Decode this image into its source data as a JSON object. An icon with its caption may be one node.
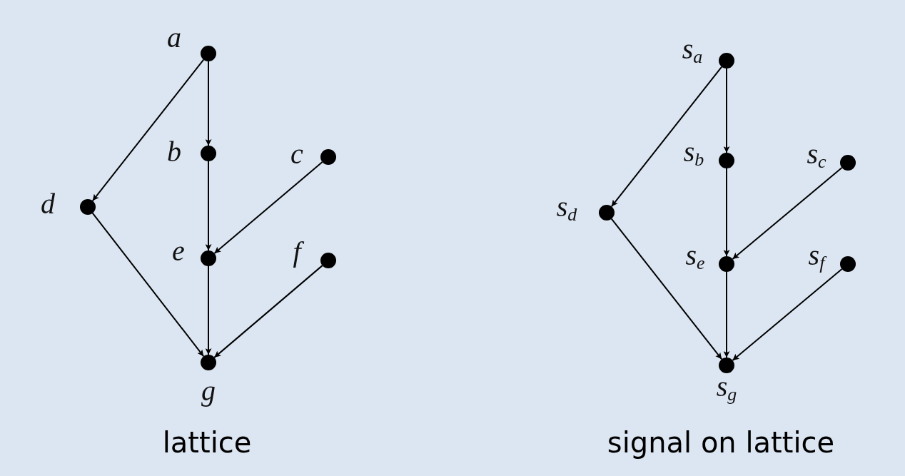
{
  "diagram": {
    "nodes": [
      {
        "text": [],
        "shape": "circle",
        "beside": [
          "a"
        ]
      },
      {
        "text": [],
        "shape": "circle",
        "beside": [
          "b"
        ]
      },
      {
        "text": [],
        "shape": "circle",
        "beside": [
          "c"
        ]
      },
      {
        "text": [],
        "shape": "circle",
        "beside": [
          "d"
        ]
      },
      {
        "text": [],
        "shape": "circle",
        "beside": [
          "e"
        ]
      },
      {
        "text": [],
        "shape": "circle",
        "beside": [
          "f"
        ]
      },
      {
        "text": [],
        "shape": "circle",
        "beside": [
          "g"
        ]
      },
      {
        "text": [],
        "shape": "circle",
        "beside": [
          "s$_{a}$"
        ]
      },
      {
        "text": [],
        "shape": "circle",
        "beside": [
          "s$_{b}$"
        ]
      },
      {
        "text": [],
        "shape": "circle",
        "beside": [
          "s$_{c}$"
        ]
      },
      {
        "text": [],
        "shape": "circle",
        "beside": [
          "s$_{d}$"
        ]
      },
      {
        "text": [],
        "shape": "circle",
        "beside": [
          "s$_{e}$"
        ]
      },
      {
        "text": [],
        "shape": "circle",
        "beside": [
          "s$_{f}$"
        ]
      },
      {
        "text": [],
        "shape": "circle",
        "beside": [
          "s$_{g}$"
        ]
      }
    ],
    "edges": [
      {
        "from": 0,
        "to": 3,
        "arrow": "to"
      },
      {
        "from": 0,
        "to": 1,
        "arrow": "to"
      },
      {
        "from": 1,
        "to": 4,
        "arrow": "to"
      },
      {
        "from": 2,
        "to": 4,
        "arrow": "to"
      },
      {
        "from": 3,
        "to": 6,
        "arrow": "to"
      },
      {
        "from": 4,
        "to": 6,
        "arrow": "to"
      },
      {
        "from": 5,
        "to": 6,
        "arrow": "to"
      },
      {
        "from": 7,
        "to": 10,
        "arrow": "to"
      },
      {
        "from": 7,
        "to": 8,
        "arrow": "to"
      },
      {
        "from": 8,
        "to": 11,
        "arrow": "to"
      },
      {
        "from": 9,
        "to": 11,
        "arrow": "to"
      },
      {
        "from": 10,
        "to": 13,
        "arrow": "to"
      },
      {
        "from": 11,
        "to": 13,
        "arrow": "to"
      },
      {
        "from": 12,
        "to": 13,
        "arrow": "to"
      }
    ],
    "labels": [
      "lattice",
      "signal on lattice"
    ]
  }
}
